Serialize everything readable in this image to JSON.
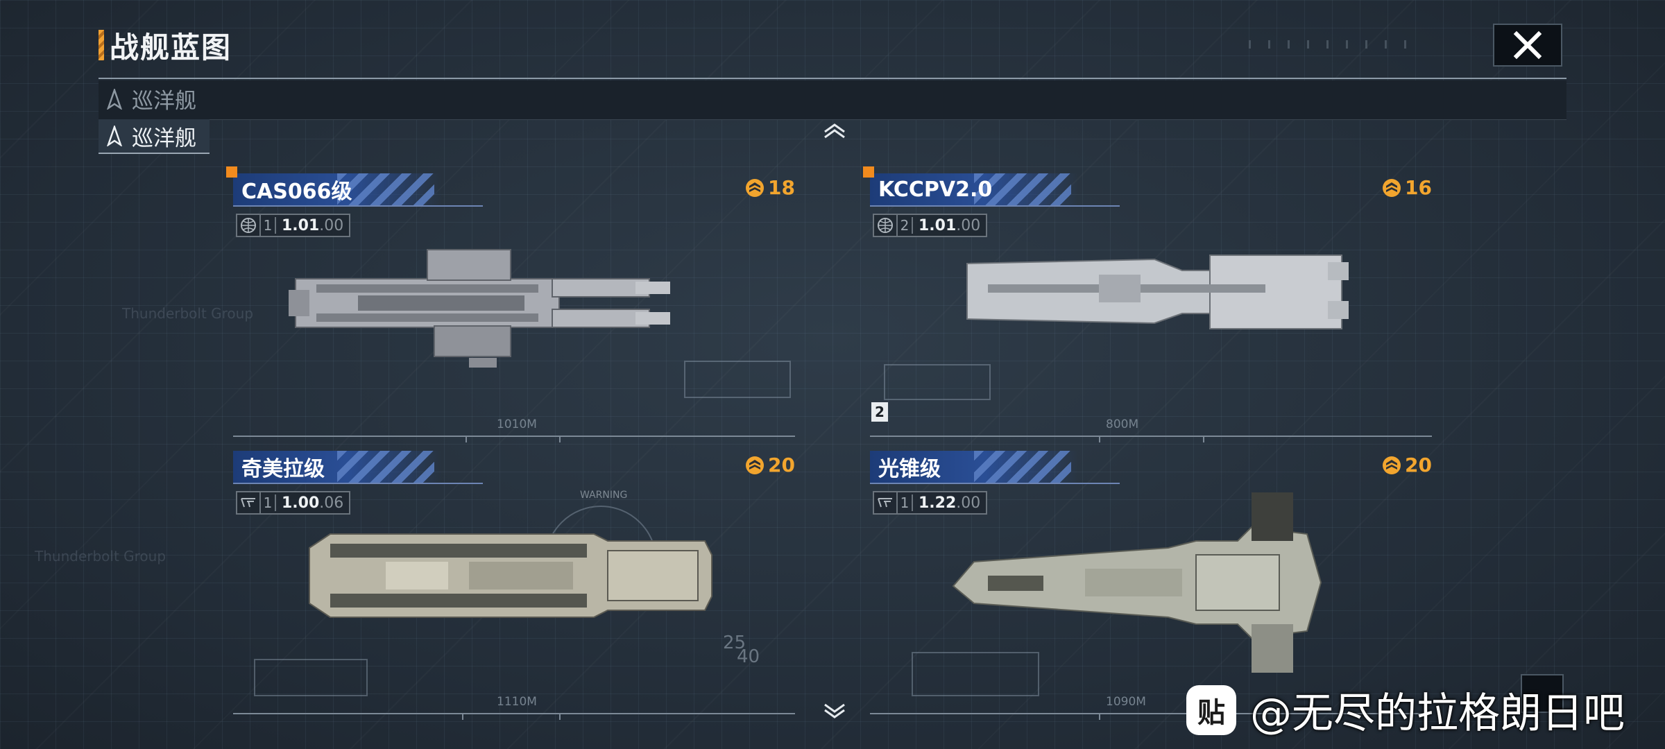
{
  "header": {
    "title": "战舰蓝图"
  },
  "category": {
    "header_label": "巡洋舰",
    "active_label": "巡洋舰"
  },
  "ships": [
    {
      "name": "CAS066级",
      "cost": "18",
      "tag_num": "1",
      "ver_main": "1.01",
      "ver_sub": ".00",
      "length": "1010M"
    },
    {
      "name": "KCCPV2.0",
      "cost": "16",
      "tag_num": "2",
      "ver_main": "1.01",
      "ver_sub": ".00",
      "length": "800M",
      "badge": "2"
    },
    {
      "name": "奇美拉级",
      "cost": "20",
      "tag_num": "1",
      "ver_main": "1.00",
      "ver_sub": ".06",
      "length": "1110M"
    },
    {
      "name": "光锥级",
      "cost": "20",
      "tag_num": "1",
      "ver_main": "1.22",
      "ver_sub": ".00",
      "length": "1090M"
    }
  ],
  "decor_text": {
    "warning": "WARNING",
    "num_a": "25",
    "num_b": "40"
  },
  "watermark": {
    "text": "@无尽的拉格朗日吧",
    "logo": "贴"
  },
  "colors": {
    "accent": "#f2a52e",
    "header_blue": "#2a4e95",
    "new_marker": "#f28b1e"
  }
}
